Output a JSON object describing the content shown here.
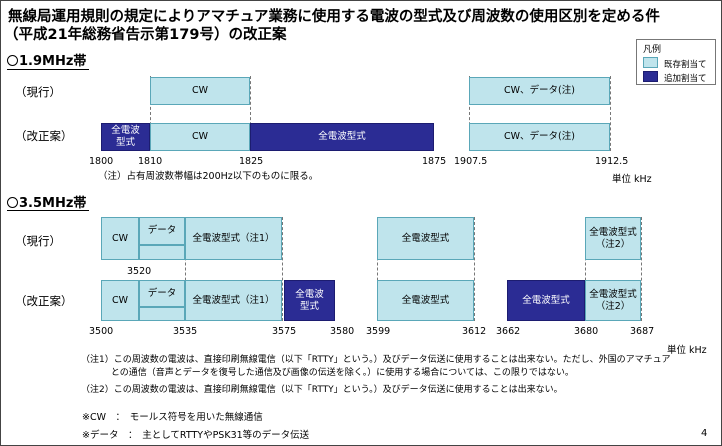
{
  "title": {
    "line1": "無線局運用規則の規定によりアマチュア業務に使用する電波の型式及び周波数の使用区別を定める件",
    "line2": "（平成21年総務省告示第179号）の改正案"
  },
  "legend": {
    "title": "凡例",
    "existing": "既存割当て",
    "added": "追加割当て",
    "colors": {
      "existing": "#bfe4ec",
      "added": "#2b2c94"
    }
  },
  "band1": {
    "heading": "1.9MHz帯",
    "row_current": "（現行）",
    "row_revised": "（改正案）",
    "current": [
      "CW",
      "CW、データ(注)"
    ],
    "revised": [
      "全電波\n型式",
      "CW",
      "全電波型式",
      "CW、データ(注)"
    ],
    "ticks": [
      "1800",
      "1810",
      "1825",
      "1875",
      "1907.5",
      "1912.5"
    ],
    "unit": "単位 kHz",
    "note": "（注）占有周波数帯幅は200Hz以下のものに限る。"
  },
  "band2": {
    "heading": "3.5MHz帯",
    "row_current": "（現行）",
    "row_revised": "（改正案）",
    "current": [
      "CW",
      "データ",
      "全電波型式（注1）",
      "全電波型式",
      "全電波型式\n（注2）"
    ],
    "mid_tick": "3520",
    "revised": [
      "CW",
      "データ",
      "全電波型式（注1）",
      "全電波\n型式",
      "全電波型式",
      "全電波型式",
      "全電波型式\n（注2）"
    ],
    "ticks": [
      "3500",
      "3535",
      "3575",
      "3580",
      "3599",
      "3612",
      "3662",
      "3680",
      "3687"
    ],
    "unit": "単位 kHz",
    "notes": [
      "（注1）この周波数の電波は、直接印刷無線電信（以下「RTTY」という。）及びデータ伝送に使用することは出来ない。ただし、外国のアマチュア",
      "　　　 との通信（音声とデータを復号した通信及び画像の伝送を除く。）に使用する場合については、この限りではない。",
      "（注2）この周波数の電波は、直接印刷無線電信（以下「RTTY」という。）及びデータ伝送に使用することは出来ない。"
    ]
  },
  "footnotes": [
    "※CW　：　モールス符号を用いた無線通信",
    "※データ　：　主としてRTTYやPSK31等のデータ伝送"
  ],
  "page_number": "4"
}
